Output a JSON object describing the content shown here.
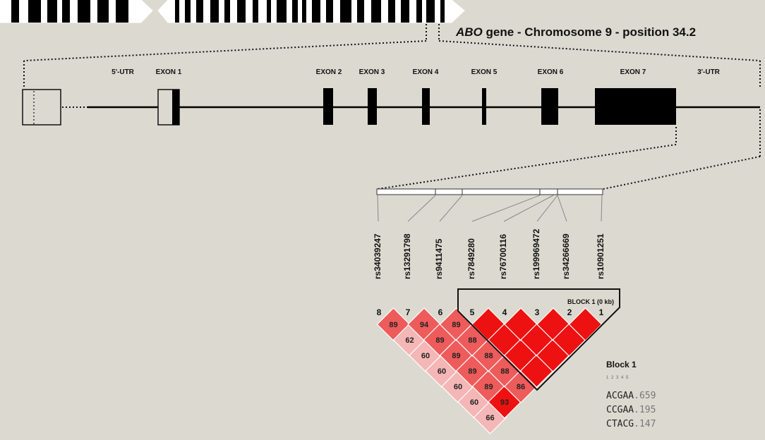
{
  "title": {
    "gene": "ABO",
    "rest": "gene - Chromosome 9 - position 34.2"
  },
  "gene_labels": [
    {
      "text": "5'-UTR"
    },
    {
      "text": "EXON 1"
    },
    {
      "text": "EXON 2"
    },
    {
      "text": "EXON 3"
    },
    {
      "text": "EXON 4"
    },
    {
      "text": "EXON 5"
    },
    {
      "text": "EXON 6"
    },
    {
      "text": "EXON 7"
    },
    {
      "text": "3'-UTR"
    }
  ],
  "snps": [
    "rs34039247",
    "rs13291798",
    "rs9411475",
    "rs7849280",
    "rs76700116",
    "rs199969472",
    "rs34266669",
    "rs10901251"
  ],
  "marker_numbers": [
    "8",
    "7",
    "6",
    "5",
    "4",
    "3",
    "2",
    "1"
  ],
  "block_label": "BLOCK 1 (0 kb)",
  "ld_values": [
    {
      "pair": "8-7",
      "value": "89"
    },
    {
      "pair": "7-6",
      "value": "94"
    },
    {
      "pair": "6-5",
      "value": "89"
    },
    {
      "pair": "8-6",
      "value": "62"
    },
    {
      "pair": "7-5",
      "value": "89"
    },
    {
      "pair": "6-4",
      "value": "88"
    },
    {
      "pair": "8-5",
      "value": "60"
    },
    {
      "pair": "7-4",
      "value": "89"
    },
    {
      "pair": "6-3",
      "value": "88"
    },
    {
      "pair": "8-4",
      "value": "60"
    },
    {
      "pair": "7-3",
      "value": "89"
    },
    {
      "pair": "6-2",
      "value": "88"
    },
    {
      "pair": "8-3",
      "value": "60"
    },
    {
      "pair": "7-2",
      "value": "89"
    },
    {
      "pair": "6-1",
      "value": "86"
    },
    {
      "pair": "8-2",
      "value": "60"
    },
    {
      "pair": "7-1",
      "value": "93"
    },
    {
      "pair": "8-1",
      "value": "66"
    }
  ],
  "haplotype_block": {
    "title": "Block 1",
    "column_ticks": "1 2 3 4 5",
    "haplotypes": [
      {
        "seq": "ACGAA",
        "freq": ".659"
      },
      {
        "seq": "CCGAA",
        "freq": ".195"
      },
      {
        "seq": "CTACG",
        "freq": ".147"
      }
    ]
  },
  "colors": {
    "background": "#dcd9d0",
    "strong_ld": "#ee1111",
    "mid_ld": "#ee5b5b",
    "weak_ld": "#f4b6b6"
  }
}
